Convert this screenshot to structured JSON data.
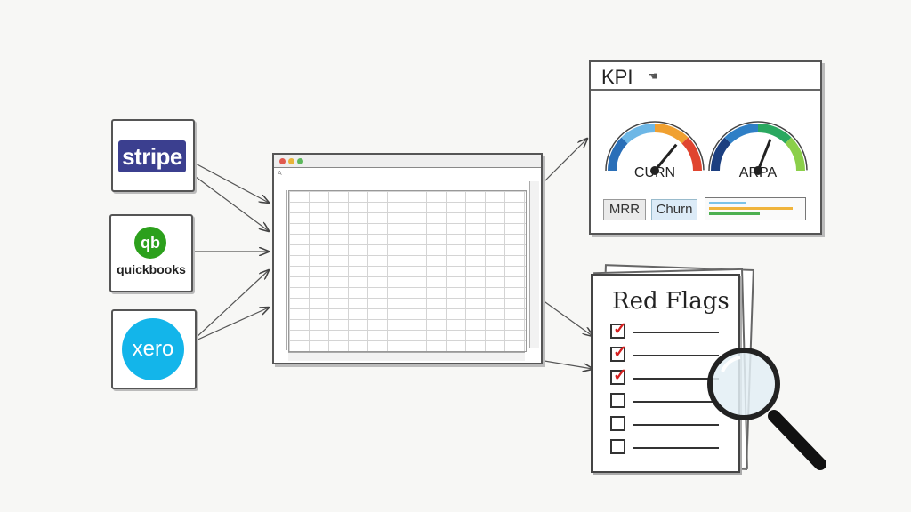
{
  "sources": {
    "stripe": {
      "label": "stripe",
      "color": "#3b3f8f"
    },
    "quickbooks": {
      "logo_glyph": "qb",
      "label": "quickbooks",
      "color": "#2ca01c"
    },
    "xero": {
      "label": "xero",
      "color": "#13b5ea"
    }
  },
  "spreadsheet": {
    "formula_label": "A"
  },
  "kpi": {
    "title": "KPI",
    "gauges": [
      {
        "label": "CURN",
        "level": 0.72
      },
      {
        "label": "ARPA",
        "level": 0.62
      }
    ],
    "chips": [
      {
        "label": "MRR"
      },
      {
        "label": "Churn"
      }
    ],
    "bars": [
      {
        "color": "#7cc3e8",
        "level": 0.4
      },
      {
        "color": "#f0b43c",
        "level": 0.9
      },
      {
        "color": "#4caf50",
        "level": 0.55
      }
    ]
  },
  "red_flags": {
    "title": "Red Flags",
    "items": [
      {
        "checked": true
      },
      {
        "checked": true
      },
      {
        "checked": true
      },
      {
        "checked": false
      },
      {
        "checked": false
      },
      {
        "checked": false
      }
    ]
  }
}
